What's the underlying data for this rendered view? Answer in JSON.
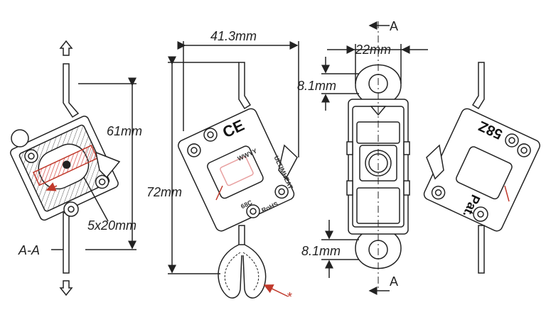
{
  "section_label": "A-A",
  "dimensions": {
    "width_top": "41.3mm",
    "height_left": "61mm",
    "height_total": "72mm",
    "width_front": "22mm",
    "eye_top": "8.1mm",
    "eye_bottom": "8.1mm",
    "element": "5x20mm"
  },
  "section_marks": {
    "top": "A",
    "bottom": "A"
  },
  "markings": {
    "ce": "CE",
    "code": "WWYY",
    "brand": "ULTIMHEAT",
    "temp": "68C",
    "rohs": "RoHS",
    "model": "58Z",
    "pat": "Pat."
  },
  "asterisk": "*",
  "colors": {
    "line": "#222222",
    "accent": "#c0392b",
    "hatch": "#d9534f"
  }
}
